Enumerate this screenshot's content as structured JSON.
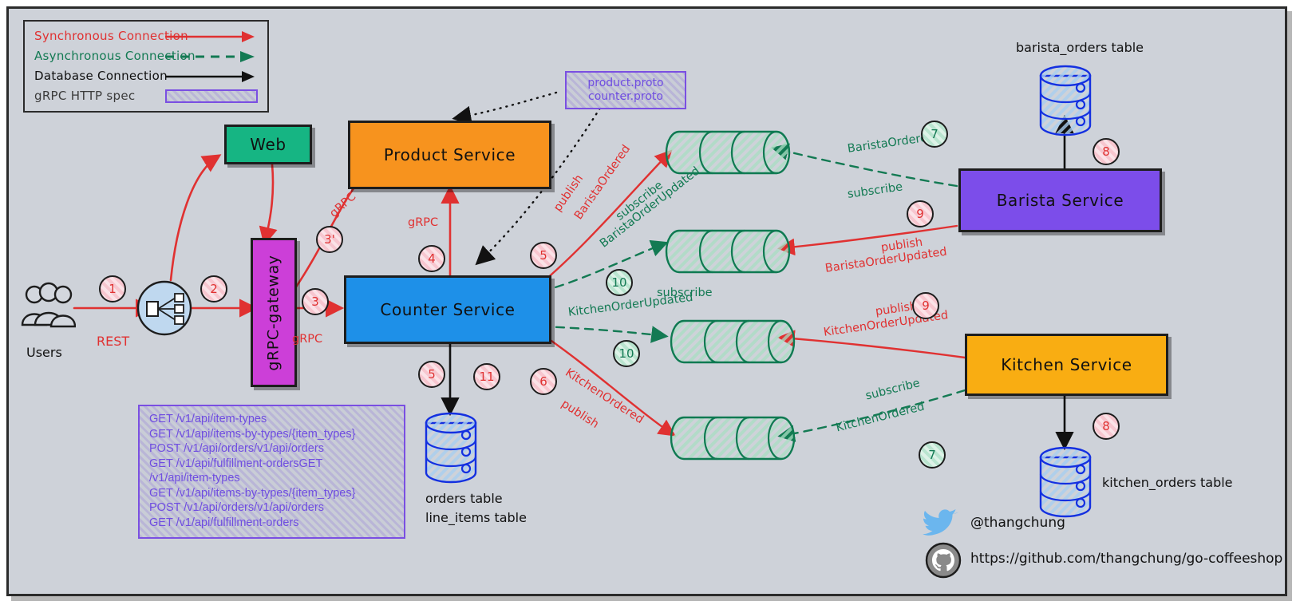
{
  "legend": {
    "items": [
      {
        "label": "Synchronous Connection",
        "kind": "solid-arrow",
        "color": "#e03131"
      },
      {
        "label": "Asynchronous Connection",
        "kind": "dashed-arrow",
        "color": "#137a53"
      },
      {
        "label": "Database Connection",
        "kind": "solid-arrow",
        "color": "#111111"
      },
      {
        "label": "gRPC HTTP spec",
        "kind": "hatched-swatch",
        "color": "#6f4de0"
      }
    ]
  },
  "nodes": {
    "users": {
      "label": "Users",
      "icon": "users-icon"
    },
    "router": {
      "label": "",
      "icon": "load-balancer-icon"
    },
    "web": {
      "label": "Web",
      "color": "#16b583"
    },
    "gateway": {
      "label": "gRPC-gateway",
      "color": "#cc3fd8"
    },
    "product_service": {
      "label": "Product Service",
      "color": "#f7931e"
    },
    "counter_service": {
      "label": "Counter Service",
      "color": "#1e90e8"
    },
    "barista_service": {
      "label": "Barista Service",
      "color": "#7c4dea"
    },
    "kitchen_service": {
      "label": "Kitchen Service",
      "color": "#f9ad12"
    }
  },
  "proto_box": {
    "lines": [
      "product.proto",
      "counter.proto"
    ],
    "color": "#6f4de0"
  },
  "api_spec": {
    "color": "#6f4de0",
    "lines": [
      "GET /v1/api/item-types",
      "GET /v1/api/items-by-types/{item_types}",
      "POST /v1/api/orders/v1/api/orders",
      "GET /v1/api/fulfillment-ordersGET",
      "/v1/api/item-types",
      "GET /v1/api/items-by-types/{item_types}",
      "POST /v1/api/orders/v1/api/orders",
      "GET /v1/api/fulfillment-orders"
    ]
  },
  "databases": {
    "orders": {
      "lines": [
        "orders table",
        "line_items table"
      ],
      "icon": "database-icon"
    },
    "barista_orders": {
      "label": "barista_orders table",
      "icon": "database-icon"
    },
    "kitchen_orders": {
      "label": "kitchen_orders table",
      "icon": "database-icon"
    }
  },
  "queues": [
    {
      "name": "barista-ordered-queue"
    },
    {
      "name": "barista-order-updated-queue"
    },
    {
      "name": "kitchen-order-updated-queue"
    },
    {
      "name": "kitchen-ordered-queue"
    }
  ],
  "edge_labels": {
    "rest": "REST",
    "grpc_gateway_out": "gRPC",
    "grpc_product_from_gateway": "gRPC",
    "grpc_counter_to_product": "gRPC",
    "publish_barista_ordered": [
      "publish",
      "BaristaOrdered"
    ],
    "publish_kitchen_ordered": [
      "KitchenOrdered",
      "publish"
    ],
    "subscribe_barista_order_updated": [
      "subscribe",
      "BaristaOrderUpdated"
    ],
    "subscribe_kitchen_order_updated": [
      "subscribe",
      "KitchenOrderUpdated"
    ],
    "barista_subscribe_ordered": [
      "BaristaOrdered",
      "subscribe"
    ],
    "barista_publish_updated": [
      "publish",
      "BaristaOrderUpdated"
    ],
    "kitchen_publish_updated": [
      "publish",
      "KitchenOrderUpdated"
    ],
    "kitchen_subscribe_ordered": [
      "subscribe",
      "KitchenOrdered"
    ]
  },
  "step_markers": [
    {
      "id": "m1",
      "text": "1",
      "tone": "red"
    },
    {
      "id": "m2",
      "text": "2",
      "tone": "red"
    },
    {
      "id": "m3",
      "text": "3",
      "tone": "red"
    },
    {
      "id": "m3p",
      "text": "3'",
      "tone": "red"
    },
    {
      "id": "m4",
      "text": "4",
      "tone": "red"
    },
    {
      "id": "m5",
      "text": "5",
      "tone": "red"
    },
    {
      "id": "m6a",
      "text": "6",
      "tone": "red"
    },
    {
      "id": "m6b",
      "text": "6",
      "tone": "red"
    },
    {
      "id": "m7a",
      "text": "7",
      "tone": "green"
    },
    {
      "id": "m7b",
      "text": "7",
      "tone": "green"
    },
    {
      "id": "m8a",
      "text": "8",
      "tone": "red"
    },
    {
      "id": "m8b",
      "text": "8",
      "tone": "red"
    },
    {
      "id": "m9a",
      "text": "9",
      "tone": "red"
    },
    {
      "id": "m9b",
      "text": "9",
      "tone": "red"
    },
    {
      "id": "m10a",
      "text": "10",
      "tone": "green"
    },
    {
      "id": "m10b",
      "text": "10",
      "tone": "green"
    },
    {
      "id": "m11",
      "text": "11",
      "tone": "red"
    }
  ],
  "footer": {
    "twitter_handle": "@thangchung",
    "repo_url": "https://github.com/thangchung/go-coffeeshop",
    "twitter_icon": "twitter-bird-icon",
    "github_icon": "github-cat-icon"
  }
}
